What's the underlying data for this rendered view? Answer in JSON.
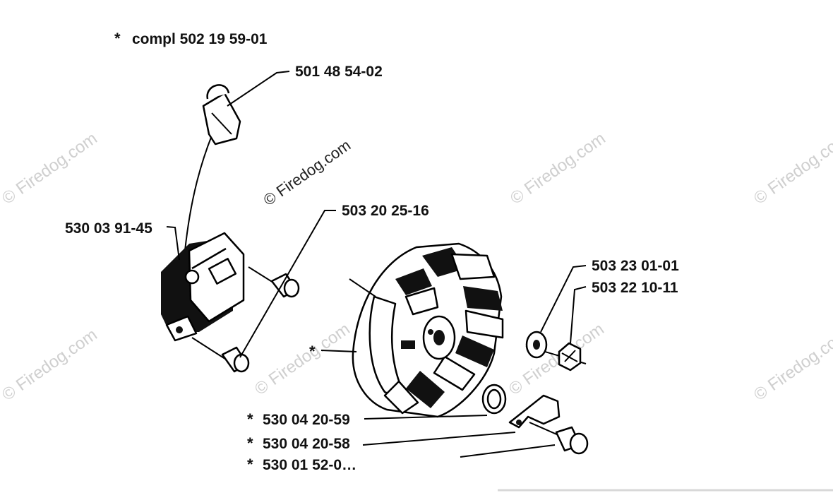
{
  "header": {
    "asterisk": "*",
    "note": "compl 502 19 59-01"
  },
  "watermark": {
    "main": "© Firedog.com",
    "faint": "© Firedog.com"
  },
  "callouts": {
    "cable": "501 48 54-02",
    "ignition_module": "530 03 91-45",
    "screw": "503 20 25-16",
    "washer": "503 23 01-01",
    "nut": "503 22 10-11",
    "flywheel_star": "*",
    "item1_star": "*",
    "item1": "530 04 20-59",
    "item2_star": "*",
    "item2": "530 04 20-58",
    "item3_star": "*",
    "item3": "530 01 52-0…"
  }
}
